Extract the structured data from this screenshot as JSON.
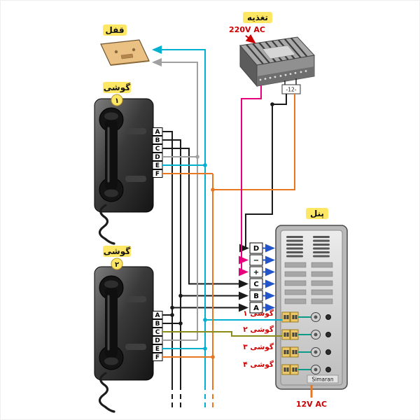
{
  "labels": {
    "lock": "قفل",
    "power_supply": "تغذيه",
    "mains_voltage": "220V AC",
    "psu_output": "-12-",
    "handset": "گوشی",
    "handset1_num": "۱",
    "handset2_num": "۲",
    "panel": "پنل",
    "panel_voltage": "12V AC",
    "brand": "Simaran"
  },
  "terminals": {
    "handset1": [
      "A",
      "B",
      "C",
      "D",
      "E",
      "F"
    ],
    "handset2": [
      "A",
      "B",
      "C",
      "D",
      "E",
      "F"
    ],
    "junction": [
      "D",
      "−",
      "+",
      "C",
      "B",
      "A"
    ]
  },
  "panel_ports": [
    "گوشی ۱",
    "گوشی ۲",
    "گوشی ۳",
    "گوشی ۴"
  ],
  "wire_colors": {
    "black": "#1a1a1a",
    "cyan": "#00b0d0",
    "gray": "#a0a0a0",
    "orange": "#e87722",
    "magenta": "#e6007e",
    "olive": "#8b8b1a",
    "teal": "#0a9a8a",
    "arrow_blue": "#2255cc",
    "label_red": "#cc0000",
    "highlight_yellow": "#ffe766"
  }
}
